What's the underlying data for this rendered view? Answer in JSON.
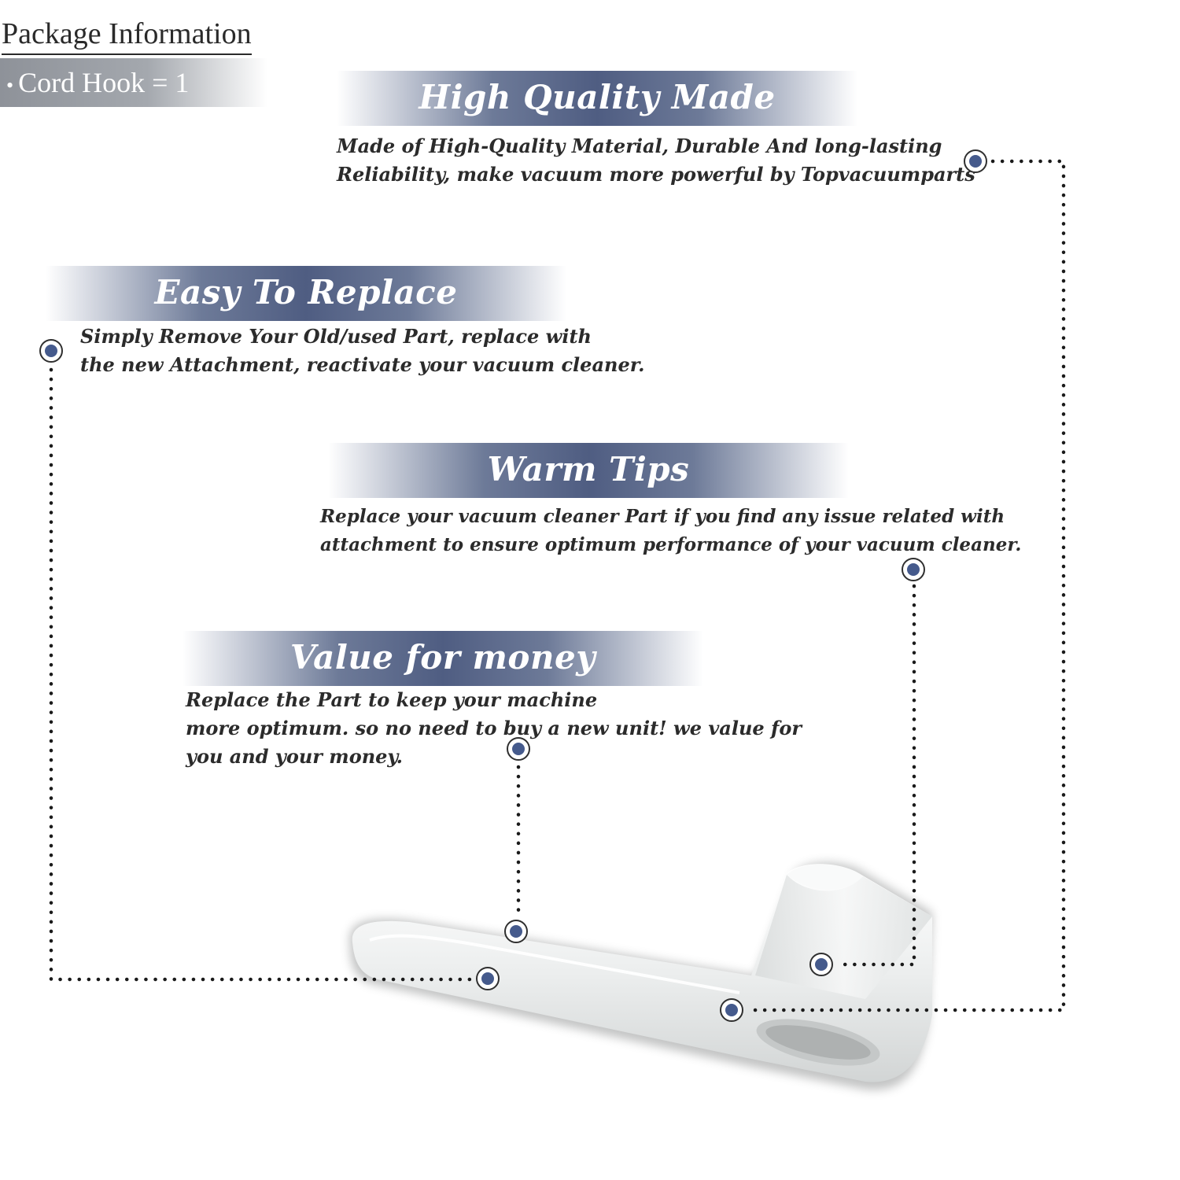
{
  "package": {
    "title": "Package Information",
    "bullet": "•",
    "item": "Cord Hook = 1"
  },
  "sections": {
    "high_quality": {
      "title": "High Quality Made",
      "line1": "Made of  High-Quality Material, Durable And long-lasting",
      "line2": "Reliability, make vacuum more powerful by Topvacuumparts"
    },
    "easy_replace": {
      "title": "Easy To Replace",
      "line1": "Simply Remove Your Old/used Part, replace with",
      "line2": "the new Attachment, reactivate your vacuum cleaner."
    },
    "warm_tips": {
      "title": "Warm Tips",
      "line1": "Replace your vacuum cleaner Part if you find any issue related with",
      "line2": "attachment to ensure optimum performance of your vacuum cleaner."
    },
    "value": {
      "title": "Value for money",
      "line1": "Replace the Part to keep your machine",
      "line2": "more optimum. so no need to buy a new unit! we value for",
      "line3": "you and your money."
    }
  },
  "colors": {
    "banner_blue": "#4f5d82",
    "marker_blue": "#455a8c",
    "text_dark": "#2b2b2b",
    "badge_gray": "#9a9ea5"
  }
}
